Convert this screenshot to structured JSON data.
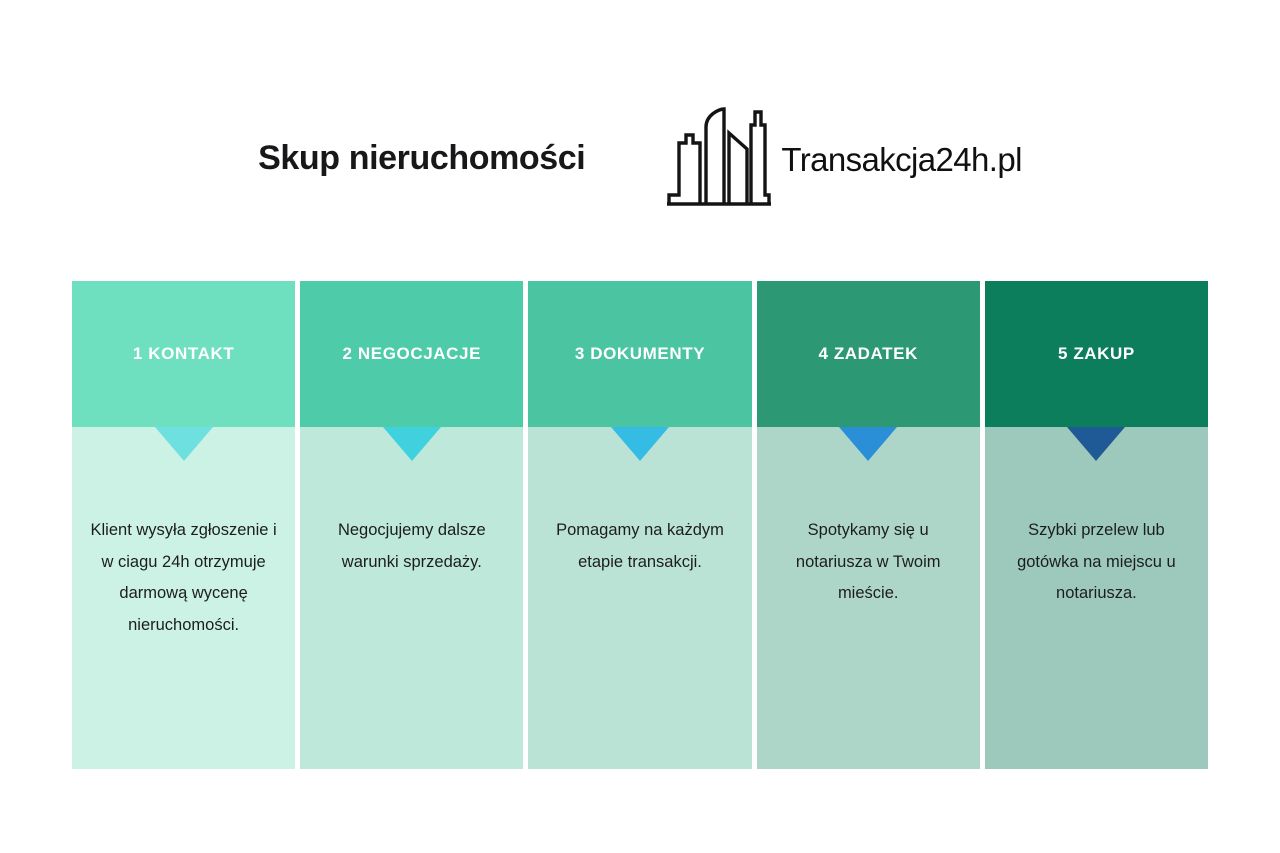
{
  "header": {
    "headline": "Skup nieruchomości",
    "brand_name": "Transakcja24h.pl",
    "logo_icon": "city-skyline-icon"
  },
  "colors": {
    "text_dark": "#1d1d1f",
    "title_white": "#ffffff",
    "page_background": "#ffffff"
  },
  "steps": [
    {
      "number": "1",
      "title": "1 KONTAKT",
      "text": "Klient wysyła zgłoszenie i w ciagu 24h otrzymuje darmową wycenę nieruchomości.",
      "header_color": "#6FE0BF",
      "body_color": "#CCF2E5",
      "arrow_color": "#6EE0E0"
    },
    {
      "number": "2",
      "title": "2 NEGOCJACJE",
      "text": "Negocjujemy dalsze warunki sprzedaży.",
      "header_color": "#4ECBA8",
      "body_color": "#BDE8DA",
      "arrow_color": "#3FD2DE"
    },
    {
      "number": "3",
      "title": "3 DOKUMENTY",
      "text": "Pomagamy na każdym etapie transakcji.",
      "header_color": "#4BC4A2",
      "body_color": "#BBE3D5",
      "arrow_color": "#35BCE4"
    },
    {
      "number": "4",
      "title": "4 ZADATEK",
      "text": "Spotykamy się u notariusza w Twoim mieście.",
      "header_color": "#2D9874",
      "body_color": "#AED6C8",
      "arrow_color": "#2B8FD8"
    },
    {
      "number": "5",
      "title": "5 ZAKUP",
      "text": "Szybki przelew lub gotówka na miejscu u notariusza.",
      "header_color": "#0C7E5B",
      "body_color": "#9CC9BB",
      "arrow_color": "#1F5A96"
    }
  ]
}
